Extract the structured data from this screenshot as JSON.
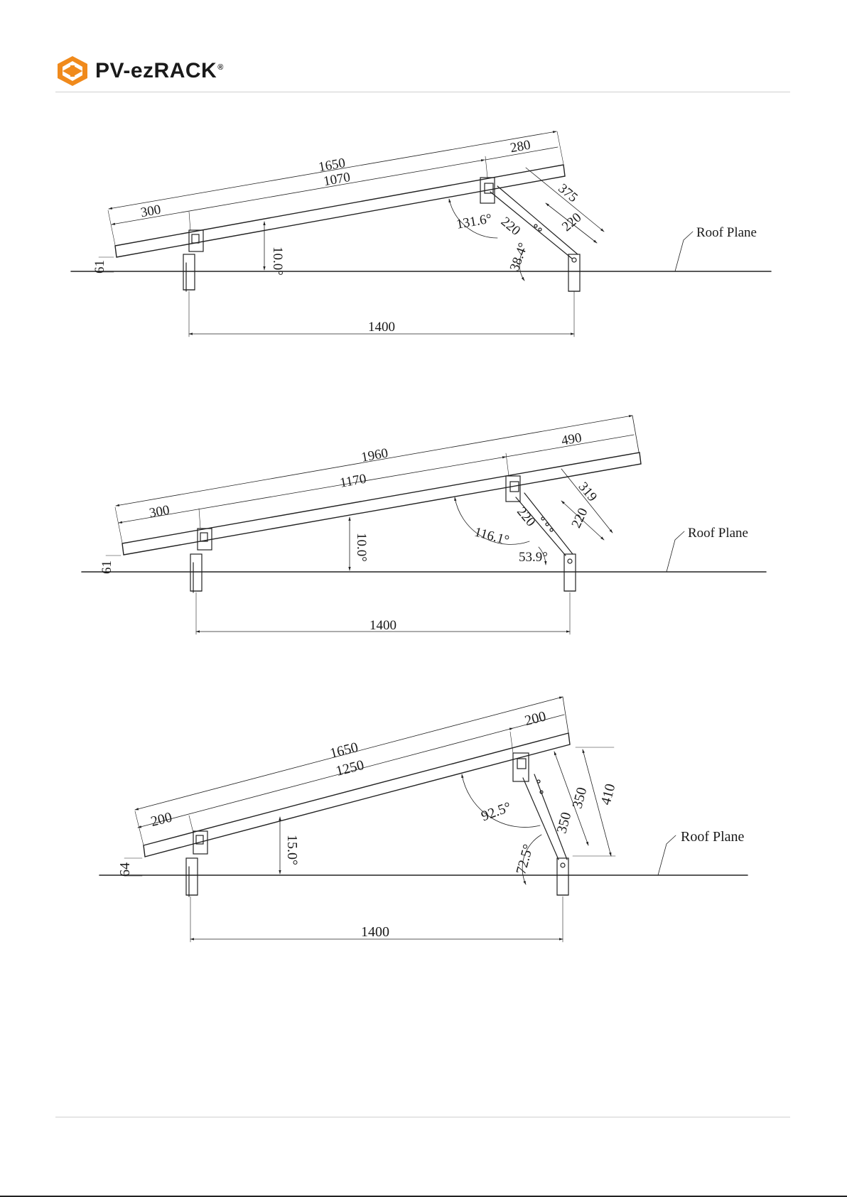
{
  "brand": {
    "name": "PV-ezRACK",
    "mark": "®",
    "color": "#F08A1C"
  },
  "diagrams": [
    {
      "panel_length": "1650",
      "rail_span": "1070",
      "overhang_front": "300",
      "overhang_back": "280",
      "leg_length": "375",
      "leg_inner": "220",
      "leg_outer": "220",
      "tilt_angle": "10.0°",
      "frame_angle": "131.6°",
      "leg_angle": "38.4°",
      "clearance": "61",
      "base_span": "1400",
      "roof_label": "Roof Plane"
    },
    {
      "panel_length": "1960",
      "rail_span": "1170",
      "overhang_front": "300",
      "overhang_back": "490",
      "leg_length": "319",
      "leg_inner": "220",
      "leg_outer": "220",
      "tilt_angle": "10.0°",
      "frame_angle": "116.1°",
      "leg_angle": "53.9°",
      "clearance": "61",
      "base_span": "1400",
      "roof_label": "Roof Plane"
    },
    {
      "panel_length": "1650",
      "rail_span": "1250",
      "overhang_front": "200",
      "overhang_back": "200",
      "leg_length": "410",
      "leg_inner": "350",
      "leg_outer": "350",
      "tilt_angle": "15.0°",
      "frame_angle": "92.5°",
      "leg_angle": "72.5°",
      "clearance": "64",
      "base_span": "1400",
      "roof_label": "Roof Plane"
    }
  ]
}
